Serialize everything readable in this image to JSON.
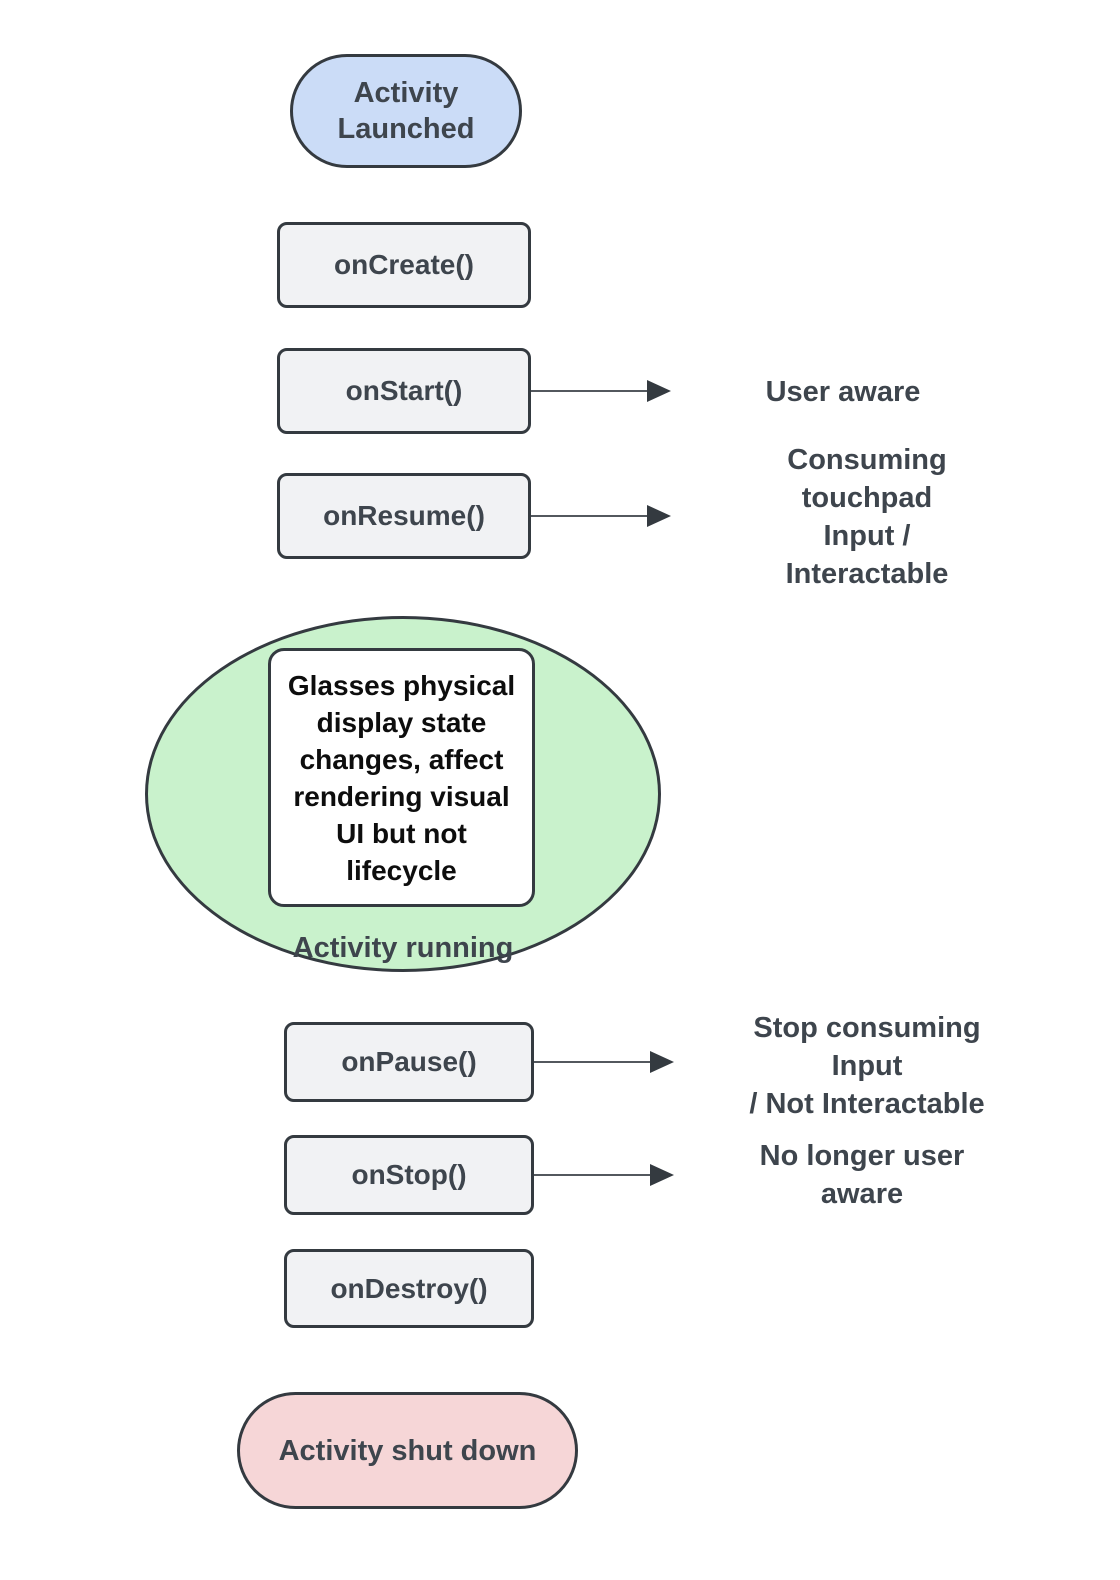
{
  "colors": {
    "blue_fill": "#cbdcf7",
    "green_fill": "#c9f2cc",
    "pink_fill": "#f6d6d7",
    "gray_fill": "#f1f2f4",
    "border": "#343a40",
    "label_text": "#3e454d",
    "note_text": "#0d0d0d"
  },
  "nodes": {
    "activity_launched": "Activity\nLaunched",
    "on_create": "onCreate()",
    "on_start": "onStart()",
    "on_resume": "onResume()",
    "running_note": "Glasses physical\ndisplay state\nchanges, affect\nrendering visual\nUI but not\nlifecycle",
    "activity_running": "Activity running",
    "on_pause": "onPause()",
    "on_stop": "onStop()",
    "on_destroy": "onDestroy()",
    "activity_shut_down": "Activity shut down"
  },
  "annotations": {
    "on_start": "User aware",
    "on_resume": "Consuming touchpad\nInput / Interactable",
    "on_pause": "Stop consuming Input\n/ Not Interactable",
    "on_stop": "No longer user aware"
  }
}
